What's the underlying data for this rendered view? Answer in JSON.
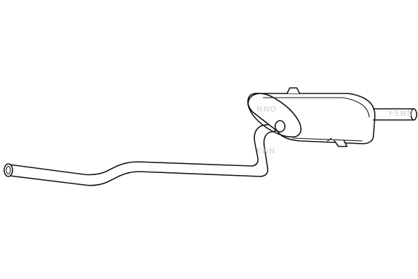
{
  "diagram": {
    "subject": "exhaust-rear-silencer-assembly",
    "line_color": "#111111",
    "background_color": "#ffffff",
    "watermark_color": "#c8c8c8"
  },
  "watermarks": {
    "left_text": "NNO",
    "right_text": "FENN",
    "lower_text": "ENN"
  }
}
